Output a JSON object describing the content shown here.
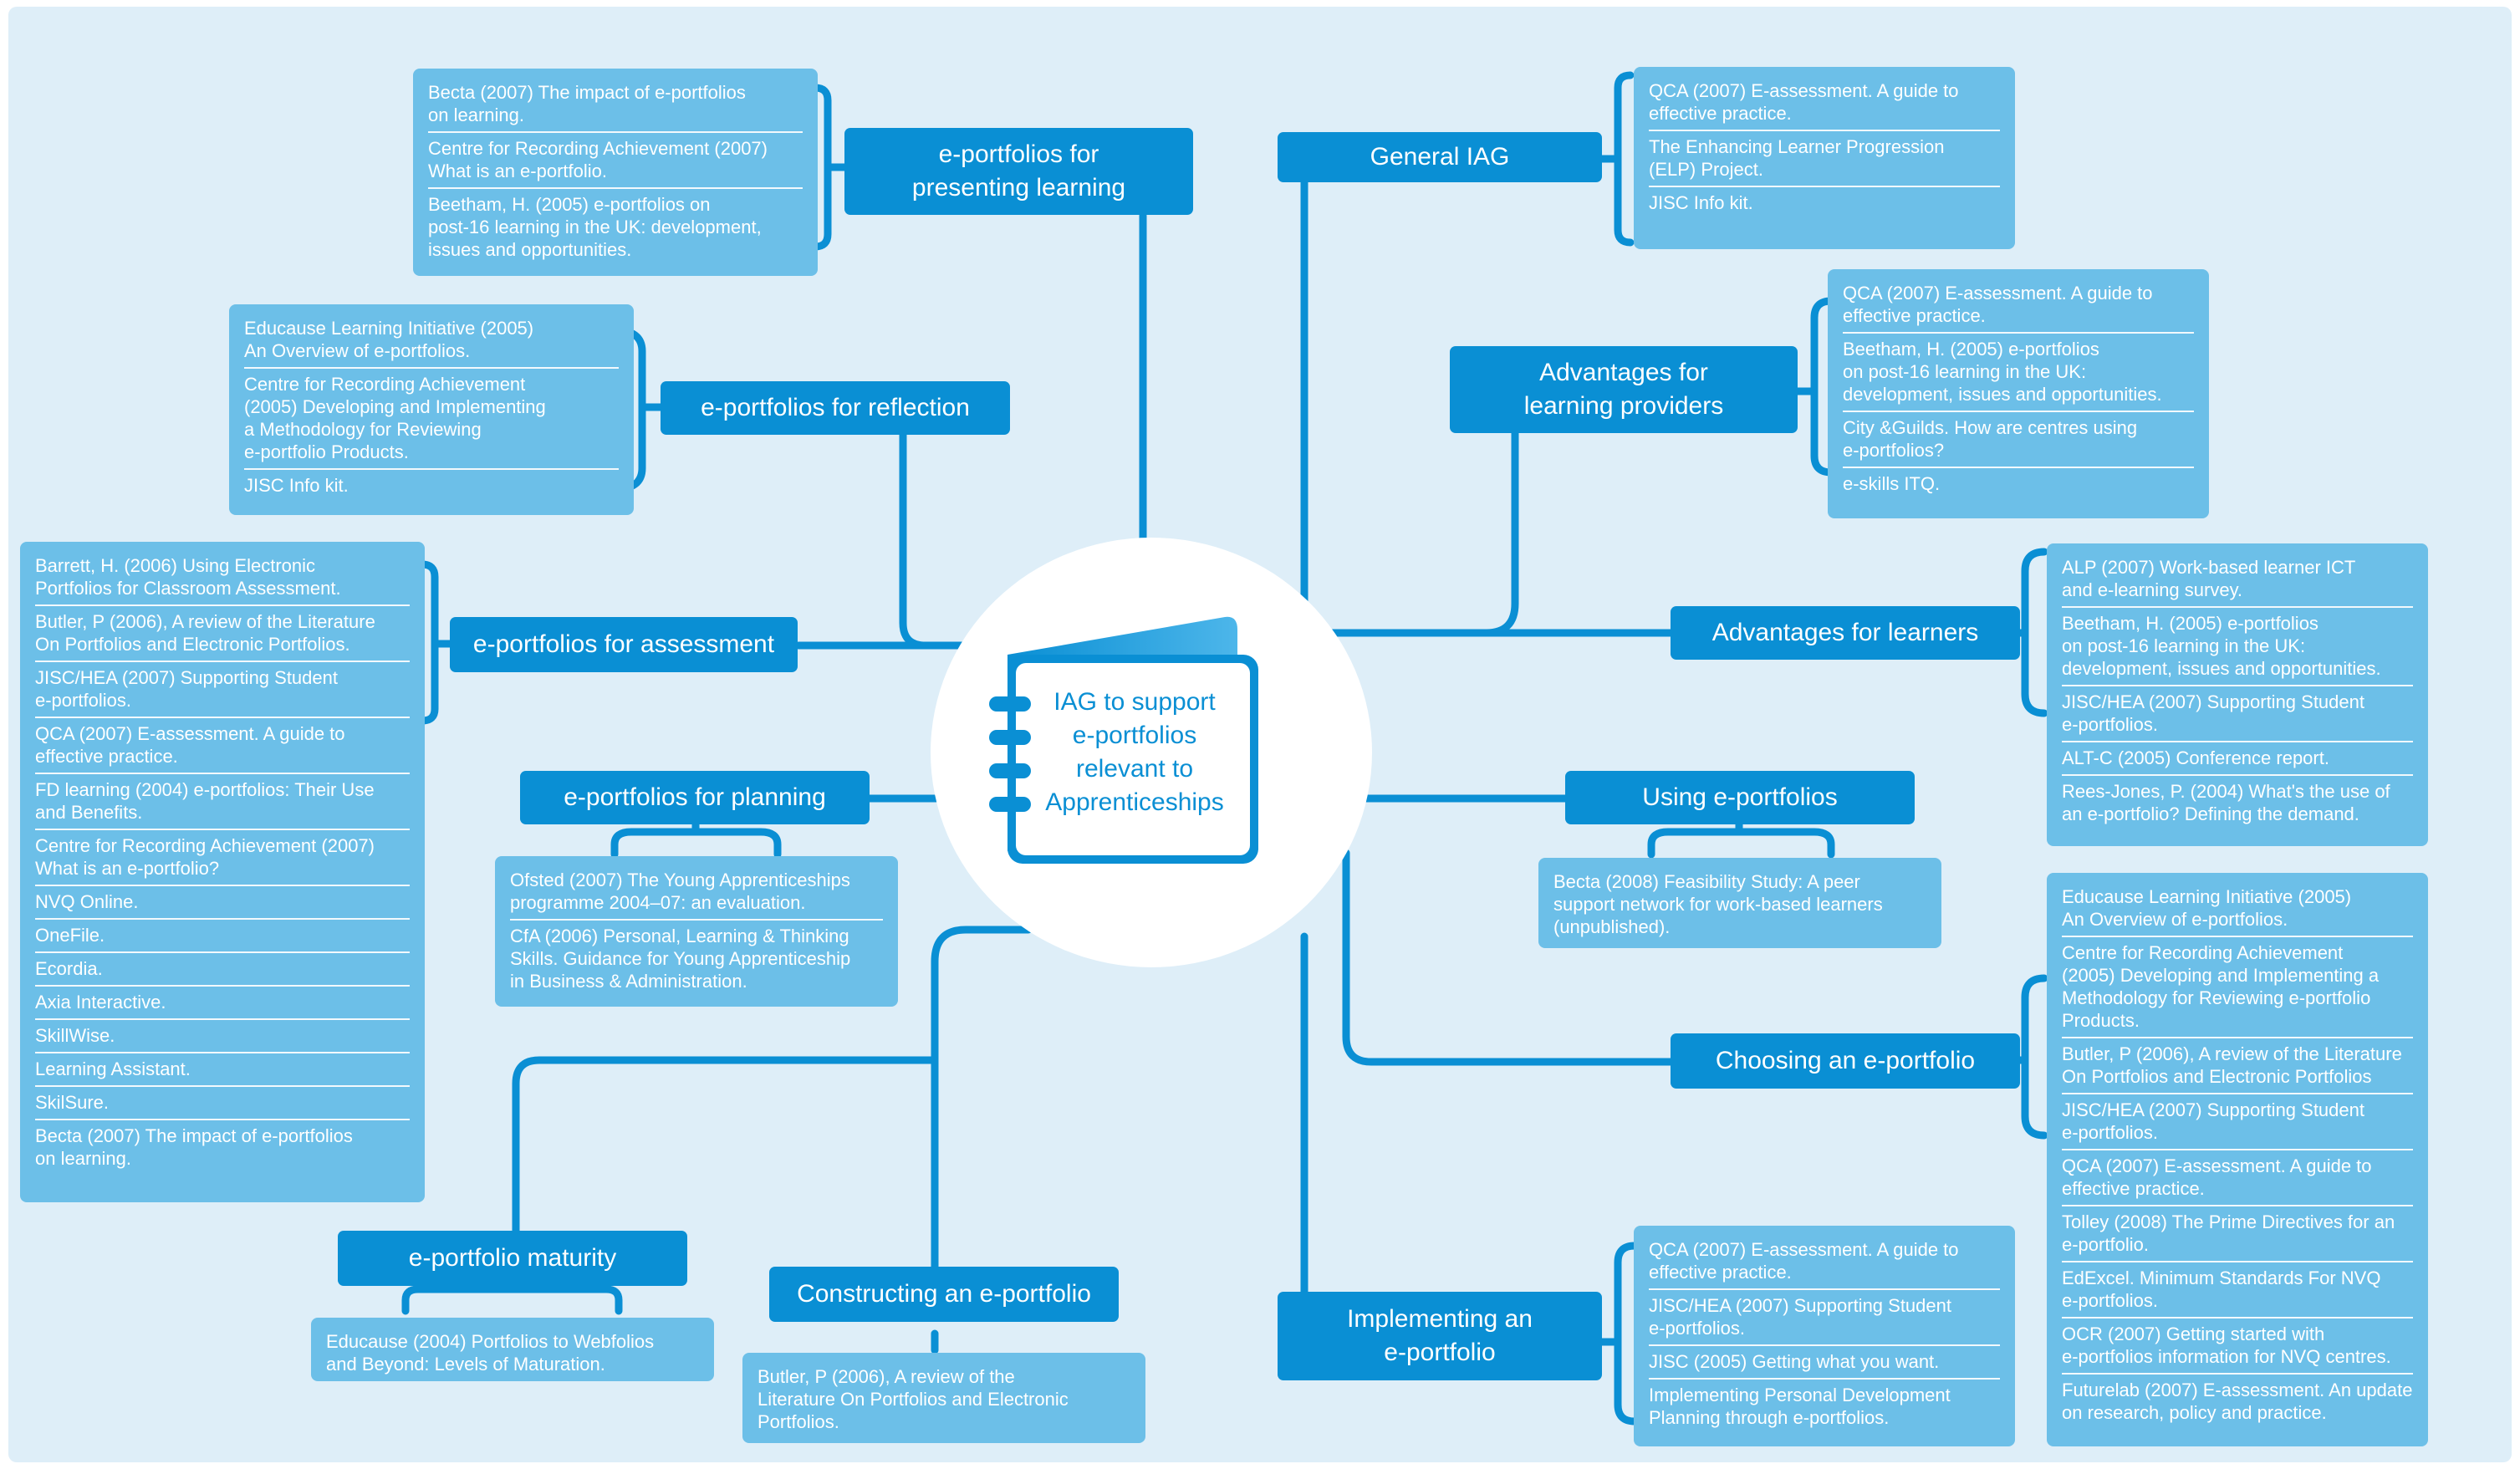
{
  "center": {
    "title": "IAG to support\ne-portfolios\nrelevant to\nApprenticeships",
    "icon": "ring-binder-icon"
  },
  "colors": {
    "background": "#deeef8",
    "topic": "#0a8fd4",
    "references": "#6cbfe8",
    "text": "#ffffff"
  },
  "topics": [
    {
      "id": "presenting",
      "label": "e-portfolios for\npresenting learning",
      "references": [
        "Becta (2007) The impact of e-portfolios\non learning.",
        "Centre for Recording Achievement (2007)\nWhat is an e-portfolio.",
        "Beetham, H. (2005) e-portfolios on\npost-16 learning in the UK: development,\nissues and opportunities."
      ]
    },
    {
      "id": "reflection",
      "label": "e-portfolios for reflection",
      "references": [
        "Educause Learning Initiative (2005)\nAn Overview of e-portfolios.",
        "Centre for Recording Achievement\n(2005) Developing and Implementing\na Methodology for Reviewing\ne-portfolio Products.",
        "JISC Info kit."
      ]
    },
    {
      "id": "assessment",
      "label": "e-portfolios for assessment",
      "references": [
        "Barrett, H. (2006) Using Electronic\nPortfolios for Classroom Assessment.",
        "Butler, P (2006), A review of the Literature\nOn Portfolios and Electronic Portfolios.",
        "JISC/HEA (2007) Supporting Student\ne-portfolios.",
        "QCA (2007) E-assessment. A guide to\neffective practice.",
        "FD learning (2004) e-portfolios: Their Use\nand Benefits.",
        "Centre for Recording Achievement (2007)\nWhat is an e-portfolio?",
        "NVQ Online.",
        "OneFile.",
        "Ecordia.",
        "Axia Interactive.",
        "SkillWise.",
        "Learning Assistant.",
        "SkilSure.",
        "Becta (2007) The impact of e-portfolios\non learning."
      ]
    },
    {
      "id": "planning",
      "label": "e-portfolios for planning",
      "references": [
        "Ofsted (2007) The Young Apprenticeships\nprogramme 2004–07: an evaluation.",
        "CfA (2006) Personal, Learning & Thinking\nSkills. Guidance for Young Apprenticeship\nin Business & Administration."
      ]
    },
    {
      "id": "maturity",
      "label": "e-portfolio maturity",
      "references": [
        "Educause (2004) Portfolios to Webfolios\nand Beyond: Levels of Maturation."
      ]
    },
    {
      "id": "constructing",
      "label": "Constructing an e-portfolio",
      "references": [
        "Butler, P (2006), A review of the\nLiterature On Portfolios and Electronic\nPortfolios."
      ]
    },
    {
      "id": "general",
      "label": "General IAG",
      "references": [
        "QCA (2007) E-assessment. A guide to\neffective practice.",
        "The Enhancing Learner Progression\n(ELP) Project.",
        "JISC Info kit."
      ]
    },
    {
      "id": "providers",
      "label": "Advantages for\nlearning providers",
      "references": [
        "QCA (2007) E-assessment. A guide to\neffective practice.",
        "Beetham, H. (2005) e-portfolios\non post-16 learning in the UK:\ndevelopment, issues and opportunities.",
        "City &Guilds. How are centres using\ne-portfolios?",
        "e-skills ITQ."
      ]
    },
    {
      "id": "learners",
      "label": "Advantages for learners",
      "references": [
        "ALP (2007) Work-based learner ICT\nand e-learning survey.",
        "Beetham, H. (2005) e-portfolios\non post-16 learning in the UK:\ndevelopment, issues and opportunities.",
        "JISC/HEA (2007) Supporting Student\ne-portfolios.",
        "ALT-C (2005) Conference report.",
        "Rees-Jones, P. (2004) What's the use of\nan e-portfolio? Defining the demand."
      ]
    },
    {
      "id": "using",
      "label": "Using e-portfolios",
      "references": [
        "Becta (2008) Feasibility Study: A peer\nsupport network for work-based learners\n(unpublished)."
      ]
    },
    {
      "id": "choosing",
      "label": "Choosing an e-portfolio",
      "references": [
        "Educause Learning Initiative (2005)\nAn Overview of e-portfolios.",
        "Centre for Recording Achievement\n(2005) Developing and Implementing a\nMethodology for Reviewing e-portfolio\nProducts.",
        "Butler, P (2006), A review of the Literature\nOn Portfolios and Electronic Portfolios",
        "JISC/HEA (2007) Supporting Student\ne-portfolios.",
        "QCA (2007) E-assessment. A guide to\neffective practice.",
        "Tolley (2008) The Prime Directives for an\ne-portfolio.",
        "EdExcel. Minimum Standards For NVQ\ne-portfolios.",
        "OCR (2007) Getting started with\ne-portfolios information for NVQ centres.",
        "Futurelab (2007) E-assessment. An update\non research, policy and practice."
      ]
    },
    {
      "id": "implementing",
      "label": "Implementing an\ne-portfolio",
      "references": [
        "QCA (2007) E-assessment. A guide to\neffective practice.",
        "JISC/HEA (2007) Supporting Student\ne-portfolios.",
        "JISC (2005) Getting what you want.",
        "Implementing Personal Development\nPlanning through e-portfolios."
      ]
    }
  ]
}
